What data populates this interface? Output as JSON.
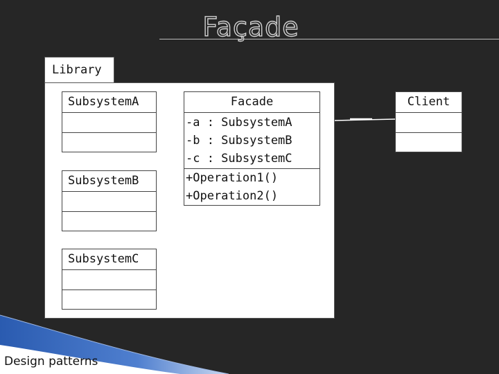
{
  "slide": {
    "title": "Façade",
    "footer": "Design patterns"
  },
  "package": {
    "name": "Library"
  },
  "classes": {
    "subsystem_a": {
      "name": "SubsystemA"
    },
    "subsystem_b": {
      "name": "SubsystemB"
    },
    "subsystem_c": {
      "name": "SubsystemC"
    },
    "facade": {
      "name": "Facade",
      "attributes": [
        "-a : SubsystemA",
        "-b : SubsystemB",
        "-c : SubsystemC"
      ],
      "operations": [
        "+Operation1()",
        "+Operation2()"
      ]
    },
    "client": {
      "name": "Client"
    }
  },
  "colors": {
    "background": "#262626",
    "corner_blue": "#2a5bb0"
  }
}
